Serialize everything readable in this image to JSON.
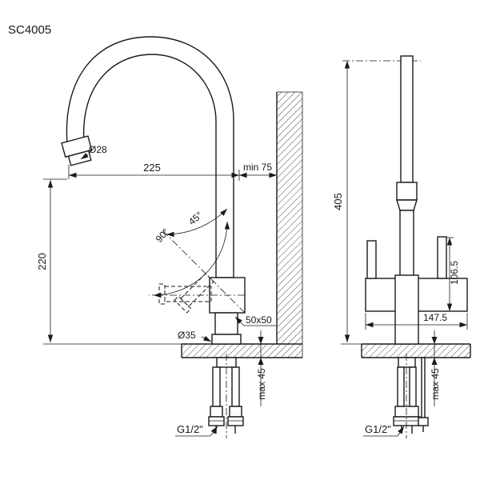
{
  "drawing": {
    "model": "SC4005",
    "side_view": {
      "spout_diameter": "Ø28",
      "spout_reach": "225",
      "wall_distance": "min 75",
      "spout_height": "220",
      "swivel_angle": "90°",
      "handle_angle": "45°",
      "base_diameter": "Ø35",
      "body_section": "50x50",
      "counter_thickness": "max 45",
      "connection_thread": "G1/2\""
    },
    "front_view": {
      "total_height": "405",
      "handle_height": "106.5",
      "body_width": "147.5",
      "counter_thickness": "max 45",
      "connection_thread": "G1/2\""
    }
  }
}
